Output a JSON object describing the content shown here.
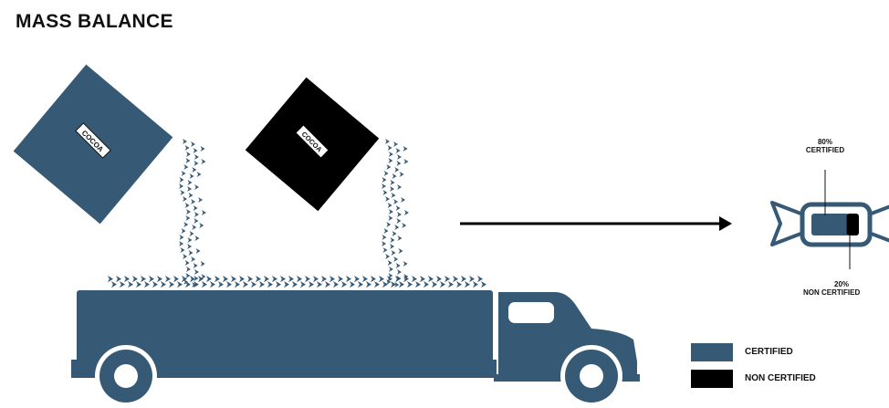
{
  "title": "MASS BALANCE",
  "bags": [
    {
      "label": "COCOA",
      "color": "#365a75"
    },
    {
      "label": "COCOA",
      "color": "#000000"
    }
  ],
  "bar": {
    "certified_pct": 80,
    "top_label": [
      "80%",
      "CERTIFIED"
    ],
    "bottom_label": [
      "20%",
      "NON CERTIFIED"
    ]
  },
  "legend": [
    {
      "label": "CERTIFIED",
      "color": "#365a75"
    },
    {
      "label": "NON CERTIFIED",
      "color": "#000000"
    }
  ],
  "colors": {
    "primary": "#365a75",
    "secondary": "#000000"
  }
}
